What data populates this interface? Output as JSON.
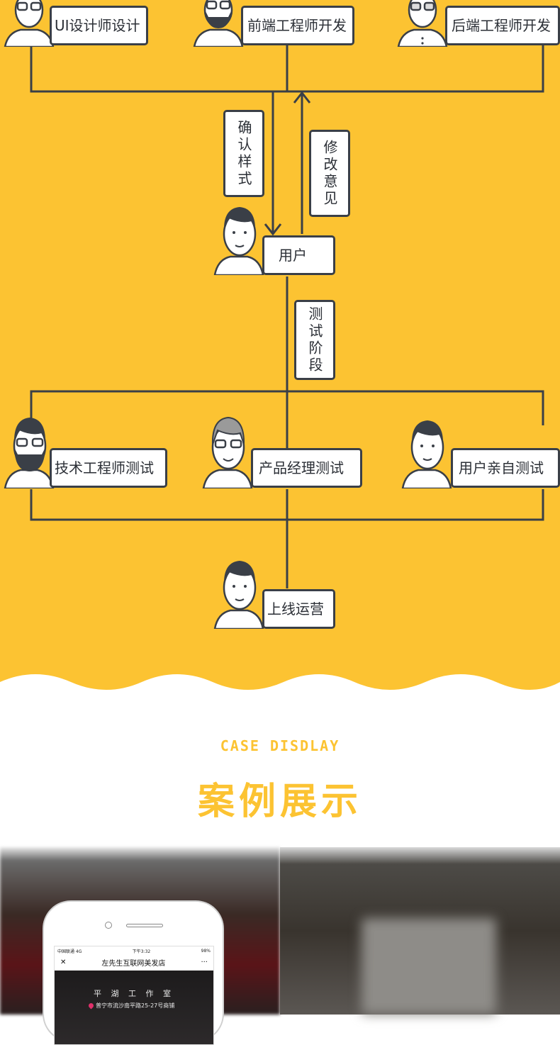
{
  "flow": {
    "design_ui": "UI设计师设计",
    "design_frontend": "前端工程师开发",
    "design_backend": "后端工程师开发",
    "confirm_style": "确认样式",
    "revise_opinion": "修改意见",
    "user": "用户",
    "test_stage": "测试阶段",
    "test_tech": "技术工程师测试",
    "test_pm": "产品经理测试",
    "test_user": "用户亲自测试",
    "launch": "上线运营"
  },
  "cases": {
    "subtitle": "CASE DISDLAY",
    "title": "案例展示"
  },
  "phone": {
    "carrier": "中国联通  4G",
    "time": "下午3:32",
    "battery": "98%",
    "close": "✕",
    "page_title": "左先生互联网美发店",
    "more": "···",
    "shop_name": "平 湖 工 作 室",
    "shop_address": "普宁市流沙南平路25-27号商铺"
  },
  "colors": {
    "accent": "#fcc332",
    "line": "#3a3f47"
  }
}
